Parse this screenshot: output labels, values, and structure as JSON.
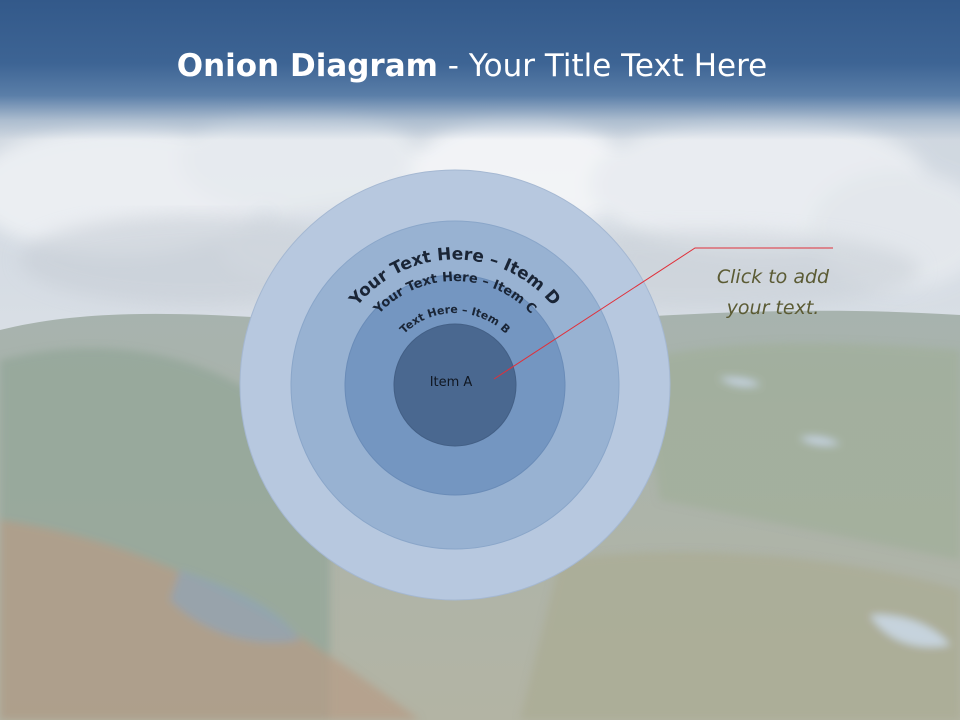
{
  "title": {
    "bold": "Onion Diagram",
    "rest": " - Your Title Text Here"
  },
  "diagram": {
    "rings": [
      {
        "label": "Your Text Here – Item D",
        "color": "#b7c8df"
      },
      {
        "label": "Your Text Here – Item C",
        "color": "#98b2d2"
      },
      {
        "label": "Text Here – Item B",
        "color": "#7496c1"
      },
      {
        "label": "Item A",
        "color": "#4a6890"
      }
    ],
    "line_color": "#e0303a"
  },
  "callout": {
    "line1": "Click  to add",
    "line2": "your text."
  }
}
